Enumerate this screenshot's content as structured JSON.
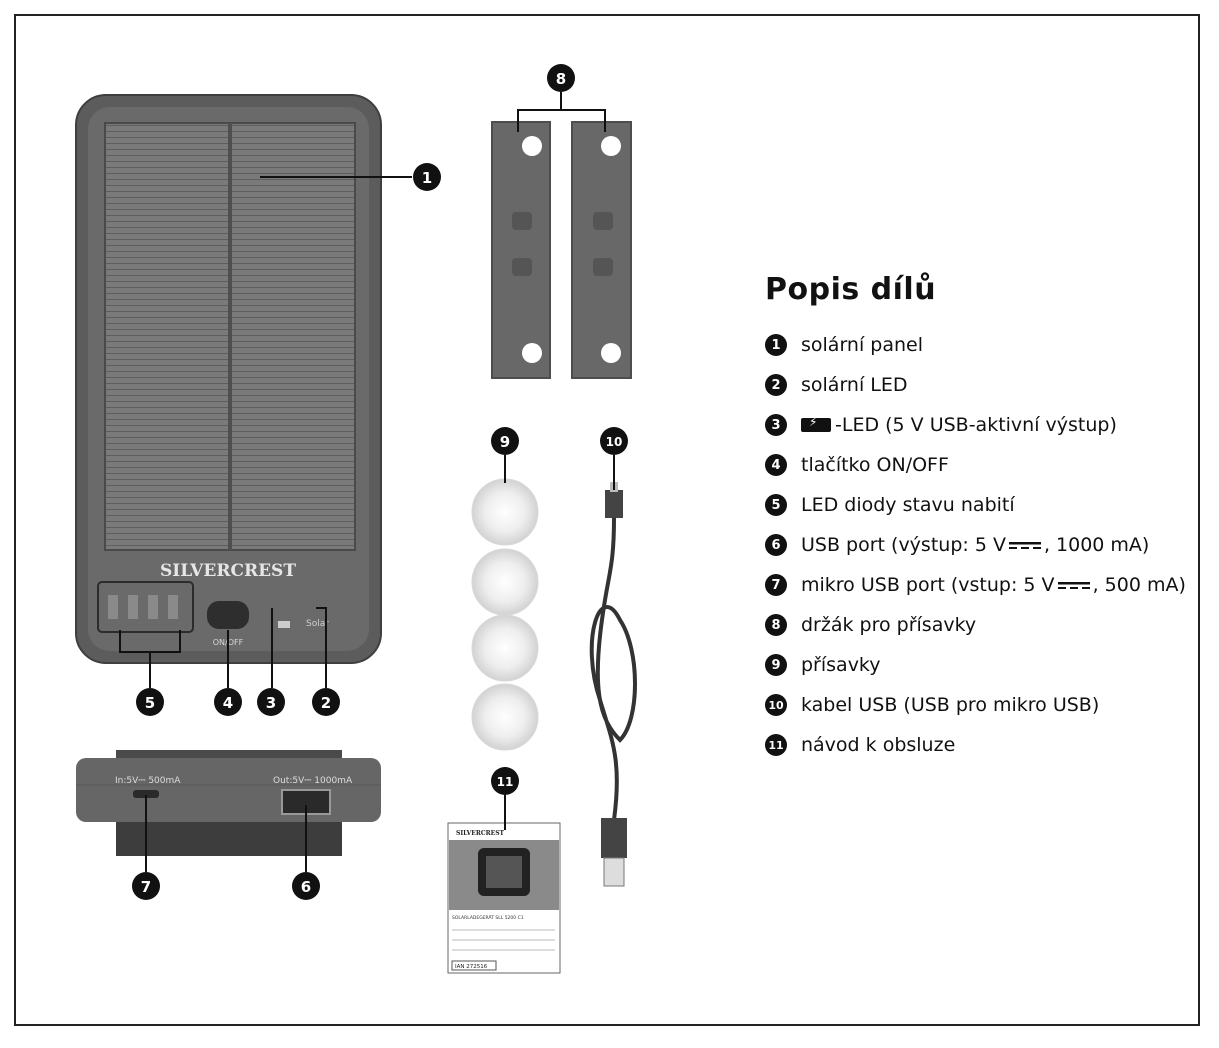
{
  "legend": {
    "title": "Popis dílů",
    "items": [
      {
        "num": "1",
        "text": "solární panel"
      },
      {
        "num": "2",
        "text": "solární LED"
      },
      {
        "num": "3",
        "pre_icon": "battery-charge-icon",
        "text": "-LED (5 V USB-aktivní výstup)"
      },
      {
        "num": "4",
        "text": "tlačítko ON/OFF"
      },
      {
        "num": "5",
        "text": "LED diody stavu nabití"
      },
      {
        "num": "6",
        "text_a": "USB port (výstup: 5 V",
        "text_b": ", 1000 mA)"
      },
      {
        "num": "7",
        "text_a": "mikro USB port (vstup: 5 V",
        "text_b": ", 500 mA)"
      },
      {
        "num": "8",
        "text": "držák pro přísavky"
      },
      {
        "num": "9",
        "text": "přísavky"
      },
      {
        "num": "10",
        "text": "kabel USB (USB pro mikro USB)"
      },
      {
        "num": "11",
        "text": "návod k obsluze"
      }
    ]
  },
  "device": {
    "brand": "SILVERCREST",
    "button_label": "ON/OFF",
    "solar_label": "Solar",
    "input_label": "In:5V⎓ 500mA",
    "output_label": "Out:5V⎓ 1000mA"
  },
  "manual": {
    "brand": "SILVERCREST",
    "title": "SOLARLADEGERÄT SLL 5200 C1",
    "ian": "IAN 272516"
  },
  "callouts": {
    "c1": "1",
    "c2": "2",
    "c3": "3",
    "c4": "4",
    "c5": "5",
    "c6": "6",
    "c7": "7",
    "c8": "8",
    "c9": "9",
    "c10": "10",
    "c11": "11"
  }
}
